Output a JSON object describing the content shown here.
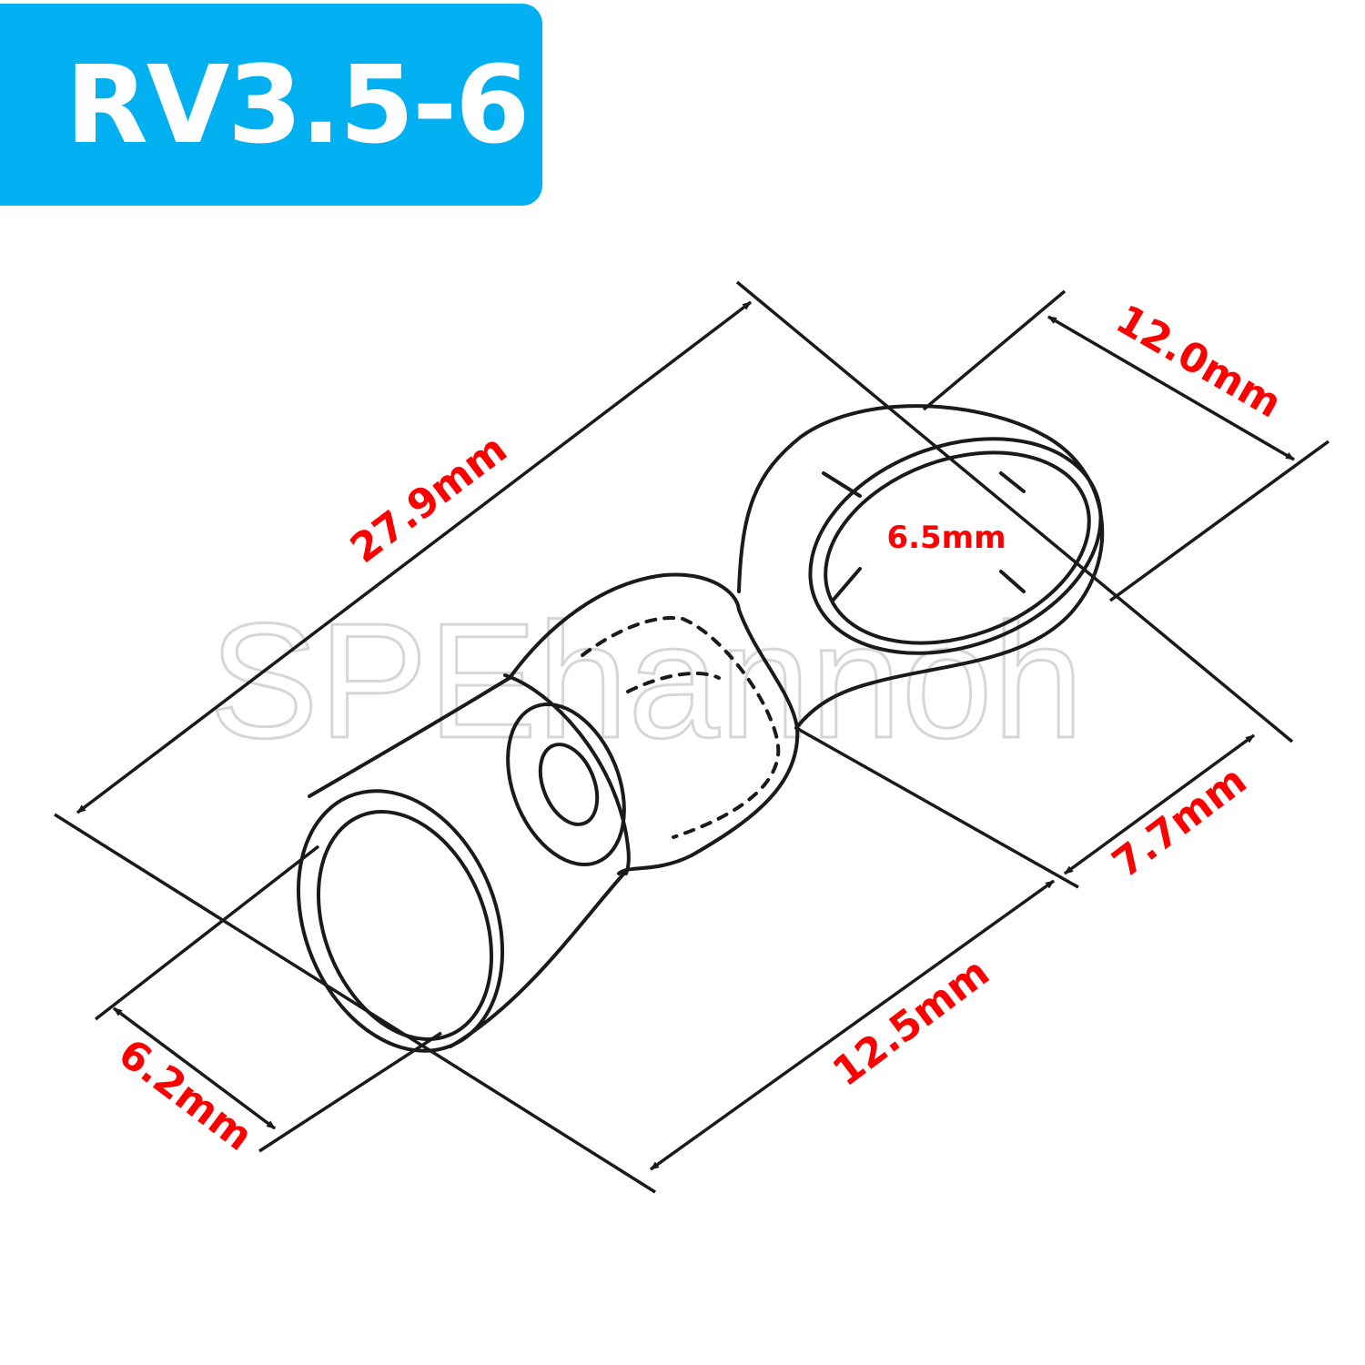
{
  "title": "RV3.5-6",
  "watermark": "SPEhannoh",
  "dimensions": {
    "total_length": "27.9mm",
    "ring_width": "12.0mm",
    "stud_hole": "6.5mm",
    "sleeve_diameter": "6.2mm",
    "sleeve_length": "12.5mm",
    "ring_length": "7.7mm"
  },
  "colors": {
    "badge": "#00b0f0",
    "dimension_text": "#ff0000",
    "line": "#1a1a1a",
    "watermark": "#d6d6d6"
  }
}
